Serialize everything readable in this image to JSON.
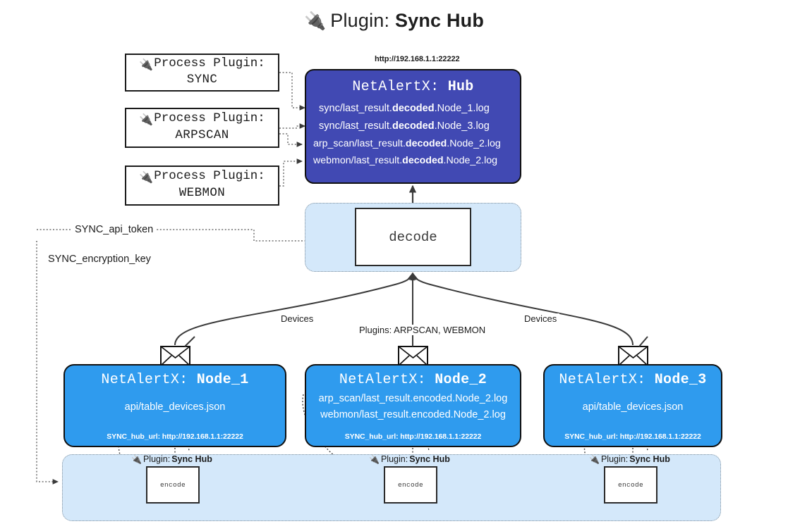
{
  "page": {
    "title_icon": "electric-plug-icon",
    "title_lead": "Plugin: ",
    "title_strong": "Sync Hub",
    "bg": "#ffffff"
  },
  "colors": {
    "hub_fill": "#4149B3",
    "node_fill": "#2F9BEE",
    "band_fill": "#D4E8FA",
    "stroke": "#101010",
    "edge": "#3a3a3a"
  },
  "process_plugins": [
    {
      "icon": "electric-plug-icon",
      "line1": "Process Plugin:",
      "line2": "SYNC"
    },
    {
      "icon": "electric-plug-icon",
      "line1": "Process Plugin:",
      "line2": "ARPSCAN"
    },
    {
      "icon": "electric-plug-icon",
      "line1": "Process Plugin:",
      "line2": "WEBMON"
    }
  ],
  "hub": {
    "url": "http://192.168.1.1:22222",
    "name_prefix": "NetAlertX: ",
    "name": "Hub",
    "logs": [
      {
        "pre": "sync/last_result.",
        "mid": "decoded",
        "post": ".Node_1.log"
      },
      {
        "pre": "sync/last_result.",
        "mid": "decoded",
        "post": ".Node_3.log"
      },
      {
        "pre": "arp_scan/last_result.",
        "mid": "decoded",
        "post": ".Node_2.log"
      },
      {
        "pre": "webmon/last_result.",
        "mid": "decoded",
        "post": ".Node_2.log"
      }
    ]
  },
  "decode": {
    "label": "decode"
  },
  "tokens": {
    "api_token": "SYNC_api_token",
    "encryption_key": "SYNC_encryption_key"
  },
  "edges": {
    "devices_left": "Devices",
    "devices_right": "Devices",
    "plugins_middle": "Plugins: ARPSCAN, WEBMON"
  },
  "nodes": [
    {
      "icon": "envelope-icon",
      "name_prefix": "NetAlertX: ",
      "name": "Node_1",
      "paths": [
        "api/table_devices.json"
      ],
      "hub_url_label": "SYNC_hub_url: http://192.168.1.1:22222"
    },
    {
      "icon": "envelope-icon",
      "name_prefix": "NetAlertX: ",
      "name": "Node_2",
      "paths": [
        "arp_scan/last_result.encoded.Node_2.log",
        "webmon/last_result.encoded.Node_2.log"
      ],
      "hub_url_label": "SYNC_hub_url: http://192.168.1.1:22222"
    },
    {
      "icon": "envelope-icon",
      "name_prefix": "NetAlertX: ",
      "name": "Node_3",
      "paths": [
        "api/table_devices.json"
      ],
      "hub_url_label": "SYNC_hub_url: http://192.168.1.1:22222"
    }
  ],
  "encoders": [
    {
      "icon": "electric-plug-icon",
      "plugin_lead": "Plugin: ",
      "plugin_name": "Sync Hub",
      "label": "encode"
    },
    {
      "icon": "electric-plug-icon",
      "plugin_lead": "Plugin: ",
      "plugin_name": "Sync Hub",
      "label": "encode"
    },
    {
      "icon": "electric-plug-icon",
      "plugin_lead": "Plugin: ",
      "plugin_name": "Sync Hub",
      "label": "encode"
    }
  ]
}
